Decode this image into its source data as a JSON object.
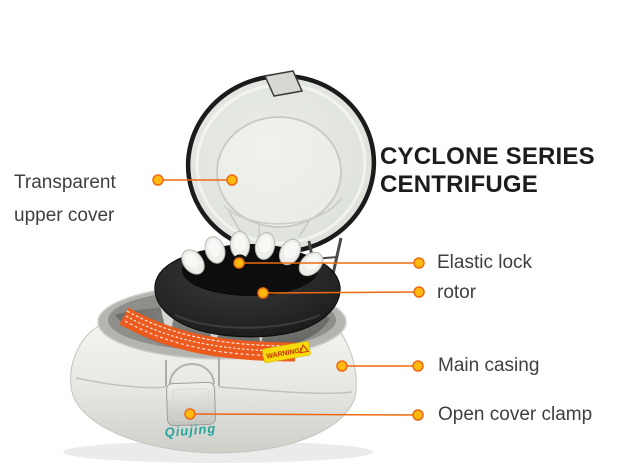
{
  "title": {
    "line1": "CYCLONE SERIES",
    "line2": "CENTRIFUGE"
  },
  "annotations": {
    "upper_cover": {
      "label": "Transparent upper cover"
    },
    "elastic_lock": {
      "label": "Elastic lock"
    },
    "rotor": {
      "label": "rotor"
    },
    "main_casing": {
      "label": "Main casing"
    },
    "open_cover_clamp": {
      "label": "Open cover clamp"
    }
  },
  "product": {
    "brand_logo": "Qiujing",
    "warning_label": "WARNING!"
  },
  "colors": {
    "leader_line": "#ED6A12",
    "dot_fill": "#FFB90F",
    "label_text": "#3F3F3F",
    "title_text": "#1C1C1C",
    "warning_band": "#EC5A1D",
    "warning_label_bg": "#F6DC0C",
    "warning_label_text": "#C92A00",
    "brand_color": "#2BA49B",
    "background": "#FFFFFF"
  }
}
